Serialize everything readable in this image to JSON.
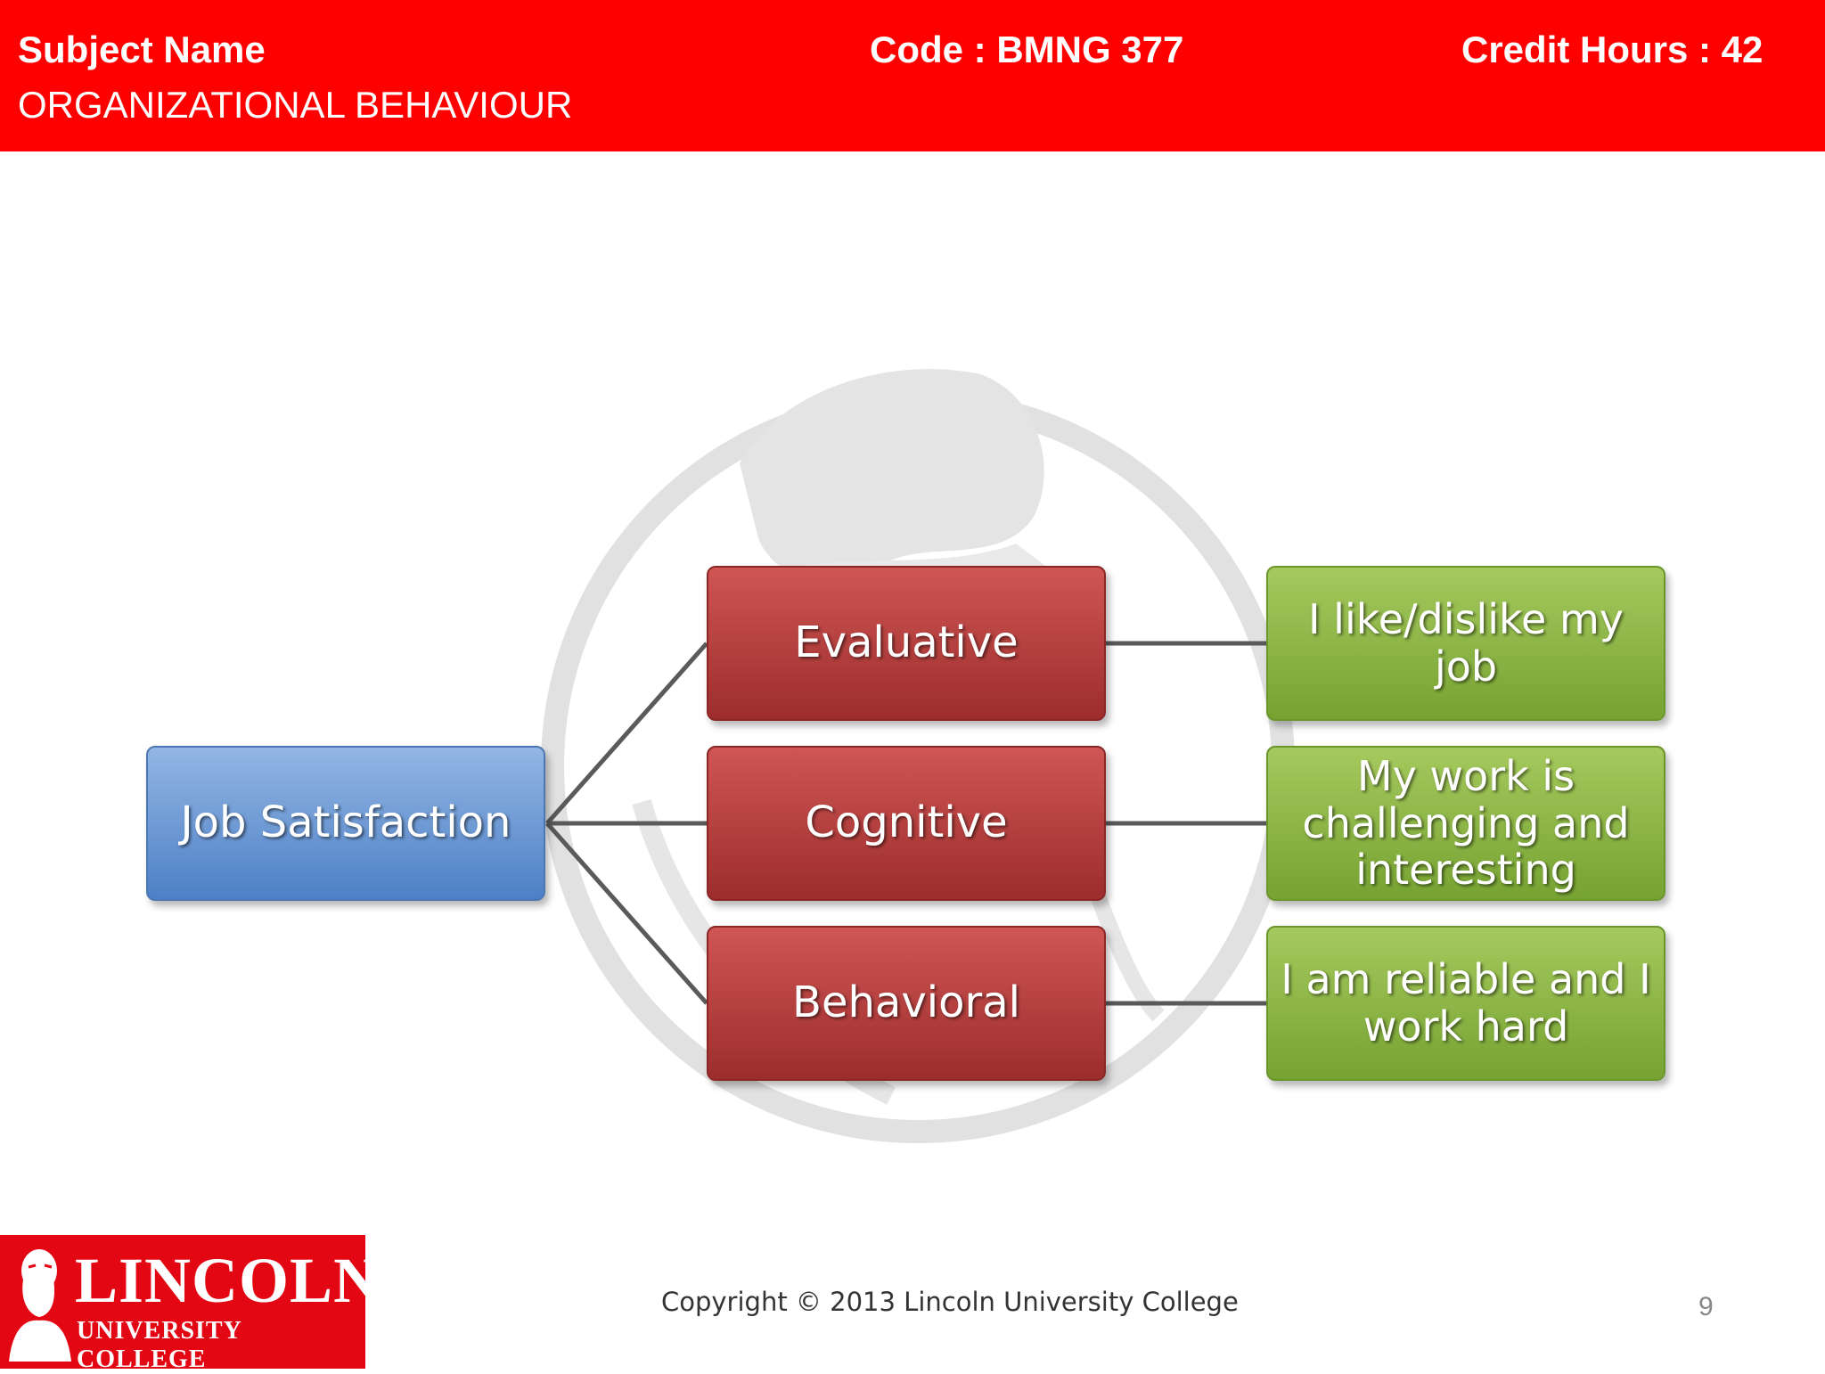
{
  "header": {
    "subject_label": "Subject Name",
    "course_name": "ORGANIZATIONAL BEHAVIOUR",
    "code": "Code  : BMNG 377",
    "credit_hours": "Credit Hours : 42"
  },
  "diagram": {
    "root": "Job Satisfaction",
    "components": [
      {
        "name": "Evaluative",
        "example": "I like/dislike my job"
      },
      {
        "name": "Cognitive",
        "example": "My work is challenging and interesting"
      },
      {
        "name": "Behavioral",
        "example": "I am reliable and I work hard"
      }
    ]
  },
  "footer": {
    "logo_name": "LINCOLN",
    "logo_subtitle": "UNIVERSITY COLLEGE",
    "copyright": "Copyright © 2013 Lincoln University College",
    "page_number": "9"
  }
}
